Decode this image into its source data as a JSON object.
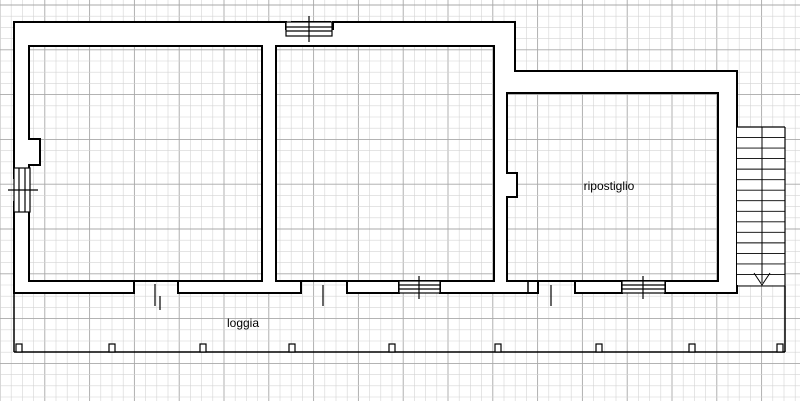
{
  "floorplan": {
    "rooms": [
      {
        "id": "ripostiglio",
        "label": "ripostiglio"
      },
      {
        "id": "loggia",
        "label": "loggia"
      }
    ],
    "colors": {
      "background": "#ffffff",
      "grid_minor": "#d4d4d4",
      "grid_major": "#a8a8a8",
      "wall_fill": "#ffffff",
      "wall_stroke": "#000000",
      "text": "#000000"
    }
  }
}
